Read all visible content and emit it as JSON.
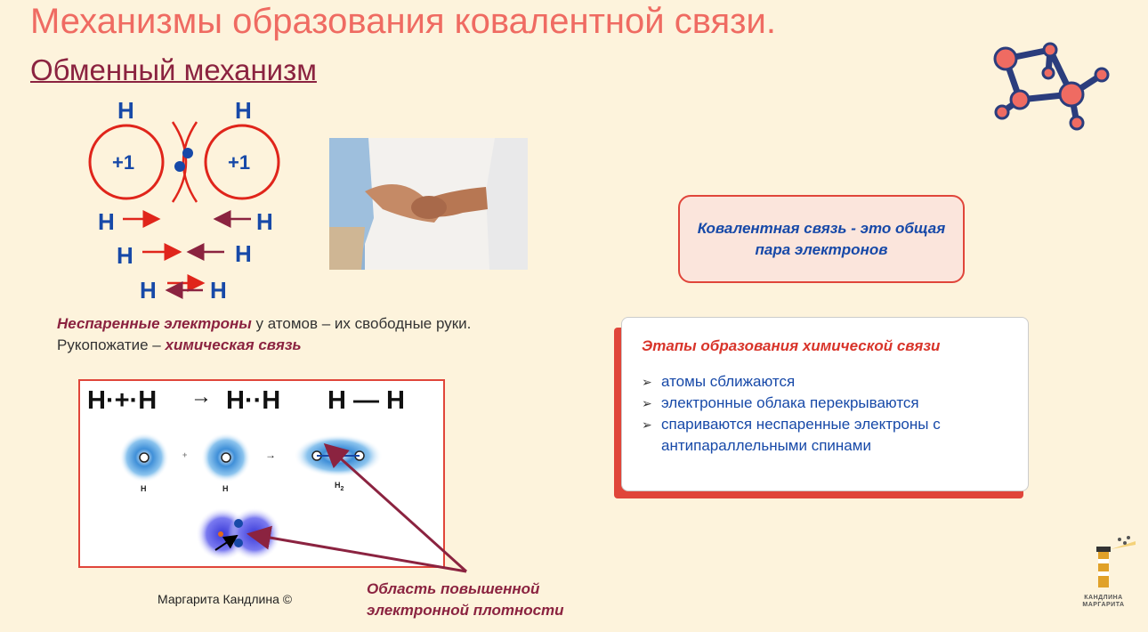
{
  "slide": {
    "title": "Механизмы образования ковалентной связи.",
    "subtitle": "Обменный механизм"
  },
  "atoms": {
    "h": "H",
    "charge": "+1"
  },
  "description": {
    "part1_em": "Неспаренные электроны",
    "part1_rest": " у атомов – их свободные руки.",
    "part2_start": "Рукопожатие – ",
    "part2_em": "химическая связь"
  },
  "diagram": {
    "eq1": "H·+·H",
    "arrow": "→",
    "eq2": "H··H",
    "eq3": "H — H",
    "label_h1": "H",
    "label_h2": "H",
    "label_h2mol": "H",
    "label_h2mol_sub": "2",
    "plus": "+",
    "small_arrow": "→"
  },
  "definition": "Ковалентная связь - это общая пара электронов",
  "stages": {
    "title": "Этапы образования химической связи",
    "items": [
      "атомы сближаются",
      "электронные облака перекрываются",
      "спариваются неспаренные электроны с антипараллельными спинами"
    ]
  },
  "area_label": {
    "line1": "Область повышенной",
    "line2": "электронной плотности"
  },
  "author": "Маргарита Кандлина ©",
  "logo": {
    "line1": "КАНДЛИНА",
    "line2": "МАРГАРИТА"
  },
  "colors": {
    "title": "#ef6b62",
    "subtitle": "#8b2340",
    "blue": "#1749a8",
    "red": "#e0453a"
  }
}
